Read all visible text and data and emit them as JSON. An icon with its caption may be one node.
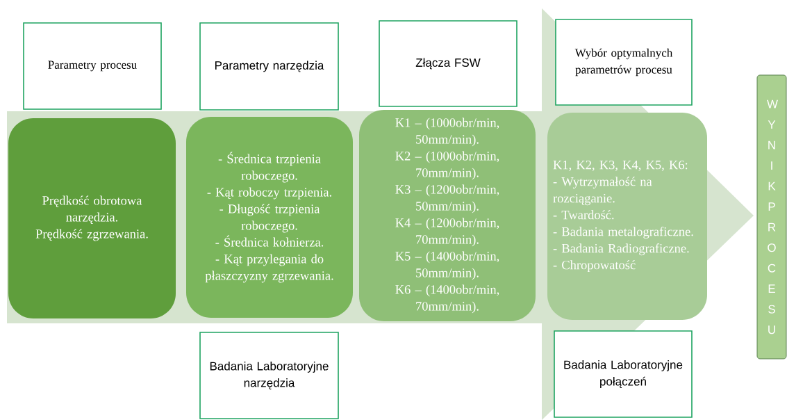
{
  "diagram": {
    "nodes": [
      {
        "text": [
          "Parametry procesu"
        ]
      },
      {
        "text": [
          "Parametry narzędzia"
        ]
      },
      {
        "text": [
          "Złącza FSW"
        ]
      },
      {
        "text": [
          "Wybór optymalnych parametrów procesu"
        ]
      },
      {
        "text": [
          "Prędkość obrotowa narzędzia.",
          "Prędkość zgrzewania."
        ]
      },
      {
        "text": [
          "- Średnica trzpienia roboczego.",
          "- Kąt roboczy trzpienia.",
          "- Długość trzpienia roboczego.",
          "- Średnica kołnierza.",
          "- Kąt przylegania do płaszczyzny zgrzewania."
        ]
      },
      {
        "text": [
          "K1 – (1000obr/min, 50mm/min).",
          "K2 – (1000obr/min, 70mm/min).",
          "K3 – (1200obr/min, 50mm/min).",
          "K4 – (1200obr/min, 70mm/min).",
          "K5 – (1400obr/min, 50mm/min).",
          "K6 – (1400obr/min, 70mm/min)."
        ]
      },
      {
        "text": [
          "K1, K2, K3, K4, K5, K6:",
          "- Wytrzymałość na rozciąganie.",
          "- Twardość.",
          "- Badania metalograficzne.",
          "- Badania Radiograficzne.",
          "- Chropowatość"
        ]
      },
      {
        "text": [
          "Badania Laboratoryjne narzędzia"
        ]
      },
      {
        "text": [
          "Badania Laboratoryjne połączeń"
        ]
      },
      {
        "text": [
          "WYNIK PROCESU"
        ]
      }
    ],
    "edges": [
      {
        "from": 4,
        "to": 10,
        "arrow": "to"
      }
    ]
  }
}
